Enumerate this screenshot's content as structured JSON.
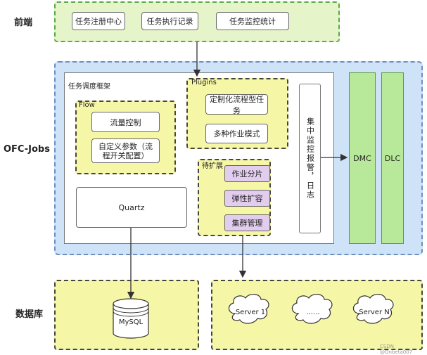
{
  "rows": {
    "frontend": "前端",
    "jobs": "OFC-Jobs",
    "database": "数据库"
  },
  "frontend": {
    "items": [
      "任务注册中心",
      "任务执行记录",
      "任务监控统计"
    ]
  },
  "framework": {
    "title": "任务调度框架",
    "flow": {
      "title": "Flow",
      "items": [
        "流量控制",
        "自定义参数（流程开关配置）"
      ]
    },
    "plugins": {
      "title": "Plugins",
      "items": [
        "定制化流程型任务",
        "多种作业模式"
      ]
    },
    "extend": {
      "title": "待扩展",
      "items": [
        "作业分片",
        "弹性扩容",
        "集群管理"
      ]
    },
    "quartz": "Quartz",
    "monitor": "集中监控报警，日志"
  },
  "side": {
    "dmc": "DMC",
    "dlc": "DLC"
  },
  "database": {
    "mysql": "MySQL",
    "servers": [
      "Server 1",
      "......",
      "Server N"
    ]
  },
  "watermark": "CSDN @Onbeta007"
}
